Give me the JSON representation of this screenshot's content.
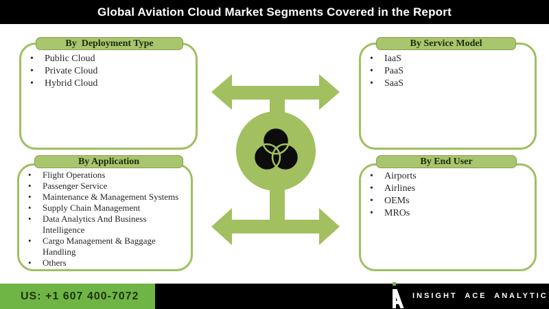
{
  "header": {
    "title": "Global Aviation Cloud Market Segments Covered in the Report"
  },
  "panels": {
    "deployment": {
      "title": "By  Deployment Type",
      "items": [
        "Public Cloud",
        "Private Cloud",
        "Hybrid Cloud"
      ]
    },
    "service_model": {
      "title": "By Service Model",
      "items": [
        "IaaS",
        "PaaS",
        "SaaS"
      ]
    },
    "application": {
      "title": "By Application",
      "items": [
        "Flight Operations",
        "Passenger Service",
        "Maintenance & Management Systems",
        "Supply Chain Management",
        "Data Analytics And Business Intelligence",
        "Cargo Management & Baggage Handling",
        "Others"
      ]
    },
    "end_user": {
      "title": "By End User",
      "items": [
        "Airports",
        "Airlines",
        "OEMs",
        "MROs"
      ]
    }
  },
  "center": {
    "icon": "venn-circles-icon"
  },
  "footer": {
    "phone": "US: +1 607 400-7072",
    "brand": "INSIGHT ACE ANALYTIC"
  },
  "colors": {
    "infographic_green": "#a2c05f",
    "tab_green": "#a9c56d",
    "panel_border_green": "#9ec05f",
    "footer_green": "#6fb545",
    "header_bg": "#000000",
    "title_text": "#ffffff",
    "tab_text": "#1d2b10",
    "body_text": "#262626"
  }
}
